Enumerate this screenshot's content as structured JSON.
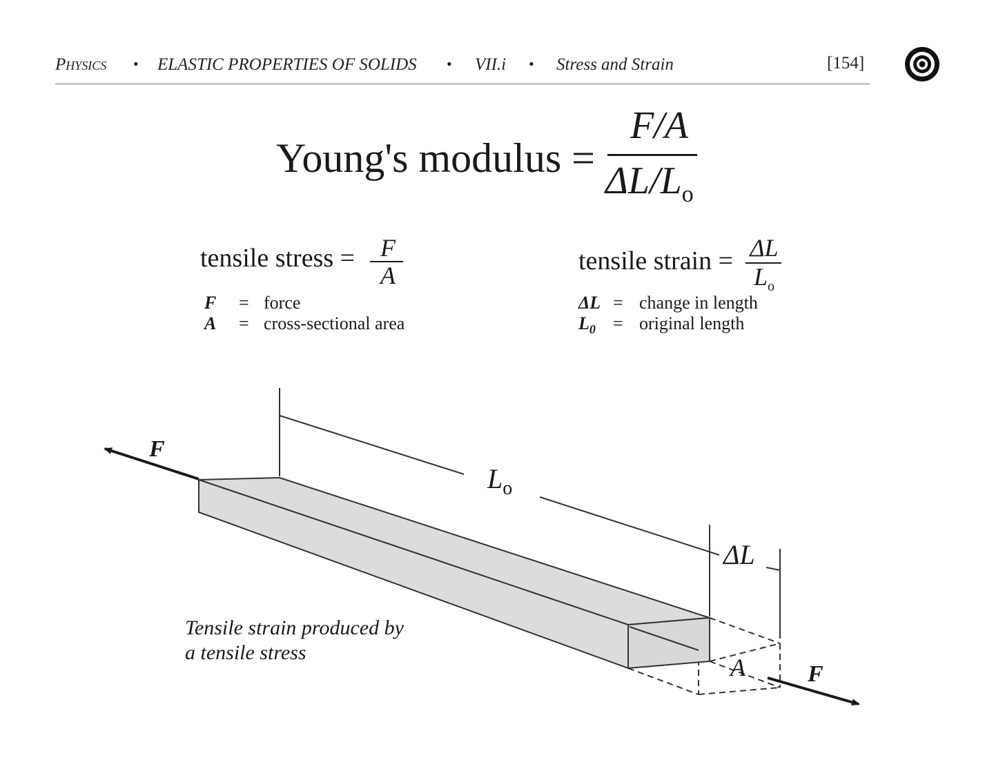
{
  "header": {
    "subject": "Physics",
    "topic": "ELASTIC PROPERTIES OF SOLIDS",
    "section": "VII.i",
    "subsection": "Stress and Strain",
    "page": "[154]",
    "bullet": "•"
  },
  "main_formula": {
    "lhs": "Young's modulus =",
    "numerator": "F/A",
    "denominator_delta": "ΔL/L",
    "denominator_sub": "o"
  },
  "stress": {
    "label": "tensile stress =",
    "numerator": "F",
    "denominator": "A",
    "defs": [
      {
        "symbol": "F",
        "eq": "=",
        "meaning": "force"
      },
      {
        "symbol": "A",
        "eq": "=",
        "meaning": "cross-sectional area"
      }
    ]
  },
  "strain": {
    "label": "tensile strain =",
    "numerator": "ΔL",
    "denominator": "L",
    "denominator_sub": "o",
    "defs": [
      {
        "symbol": "ΔL",
        "eq": "=",
        "meaning": "change in length"
      },
      {
        "symbol": "L",
        "sub": "0",
        "eq": "=",
        "meaning": "original length"
      }
    ]
  },
  "figure": {
    "force_label": "F",
    "length_label": "L",
    "length_sub": "o",
    "delta_label": "ΔL",
    "area_label": "A",
    "caption_line1": "Tensile strain produced by",
    "caption_line2": "a tensile stress"
  },
  "colors": {
    "bar_fill": "#dcdcdc",
    "rule": "#c8c8c8",
    "ink": "#1a1a1a"
  }
}
